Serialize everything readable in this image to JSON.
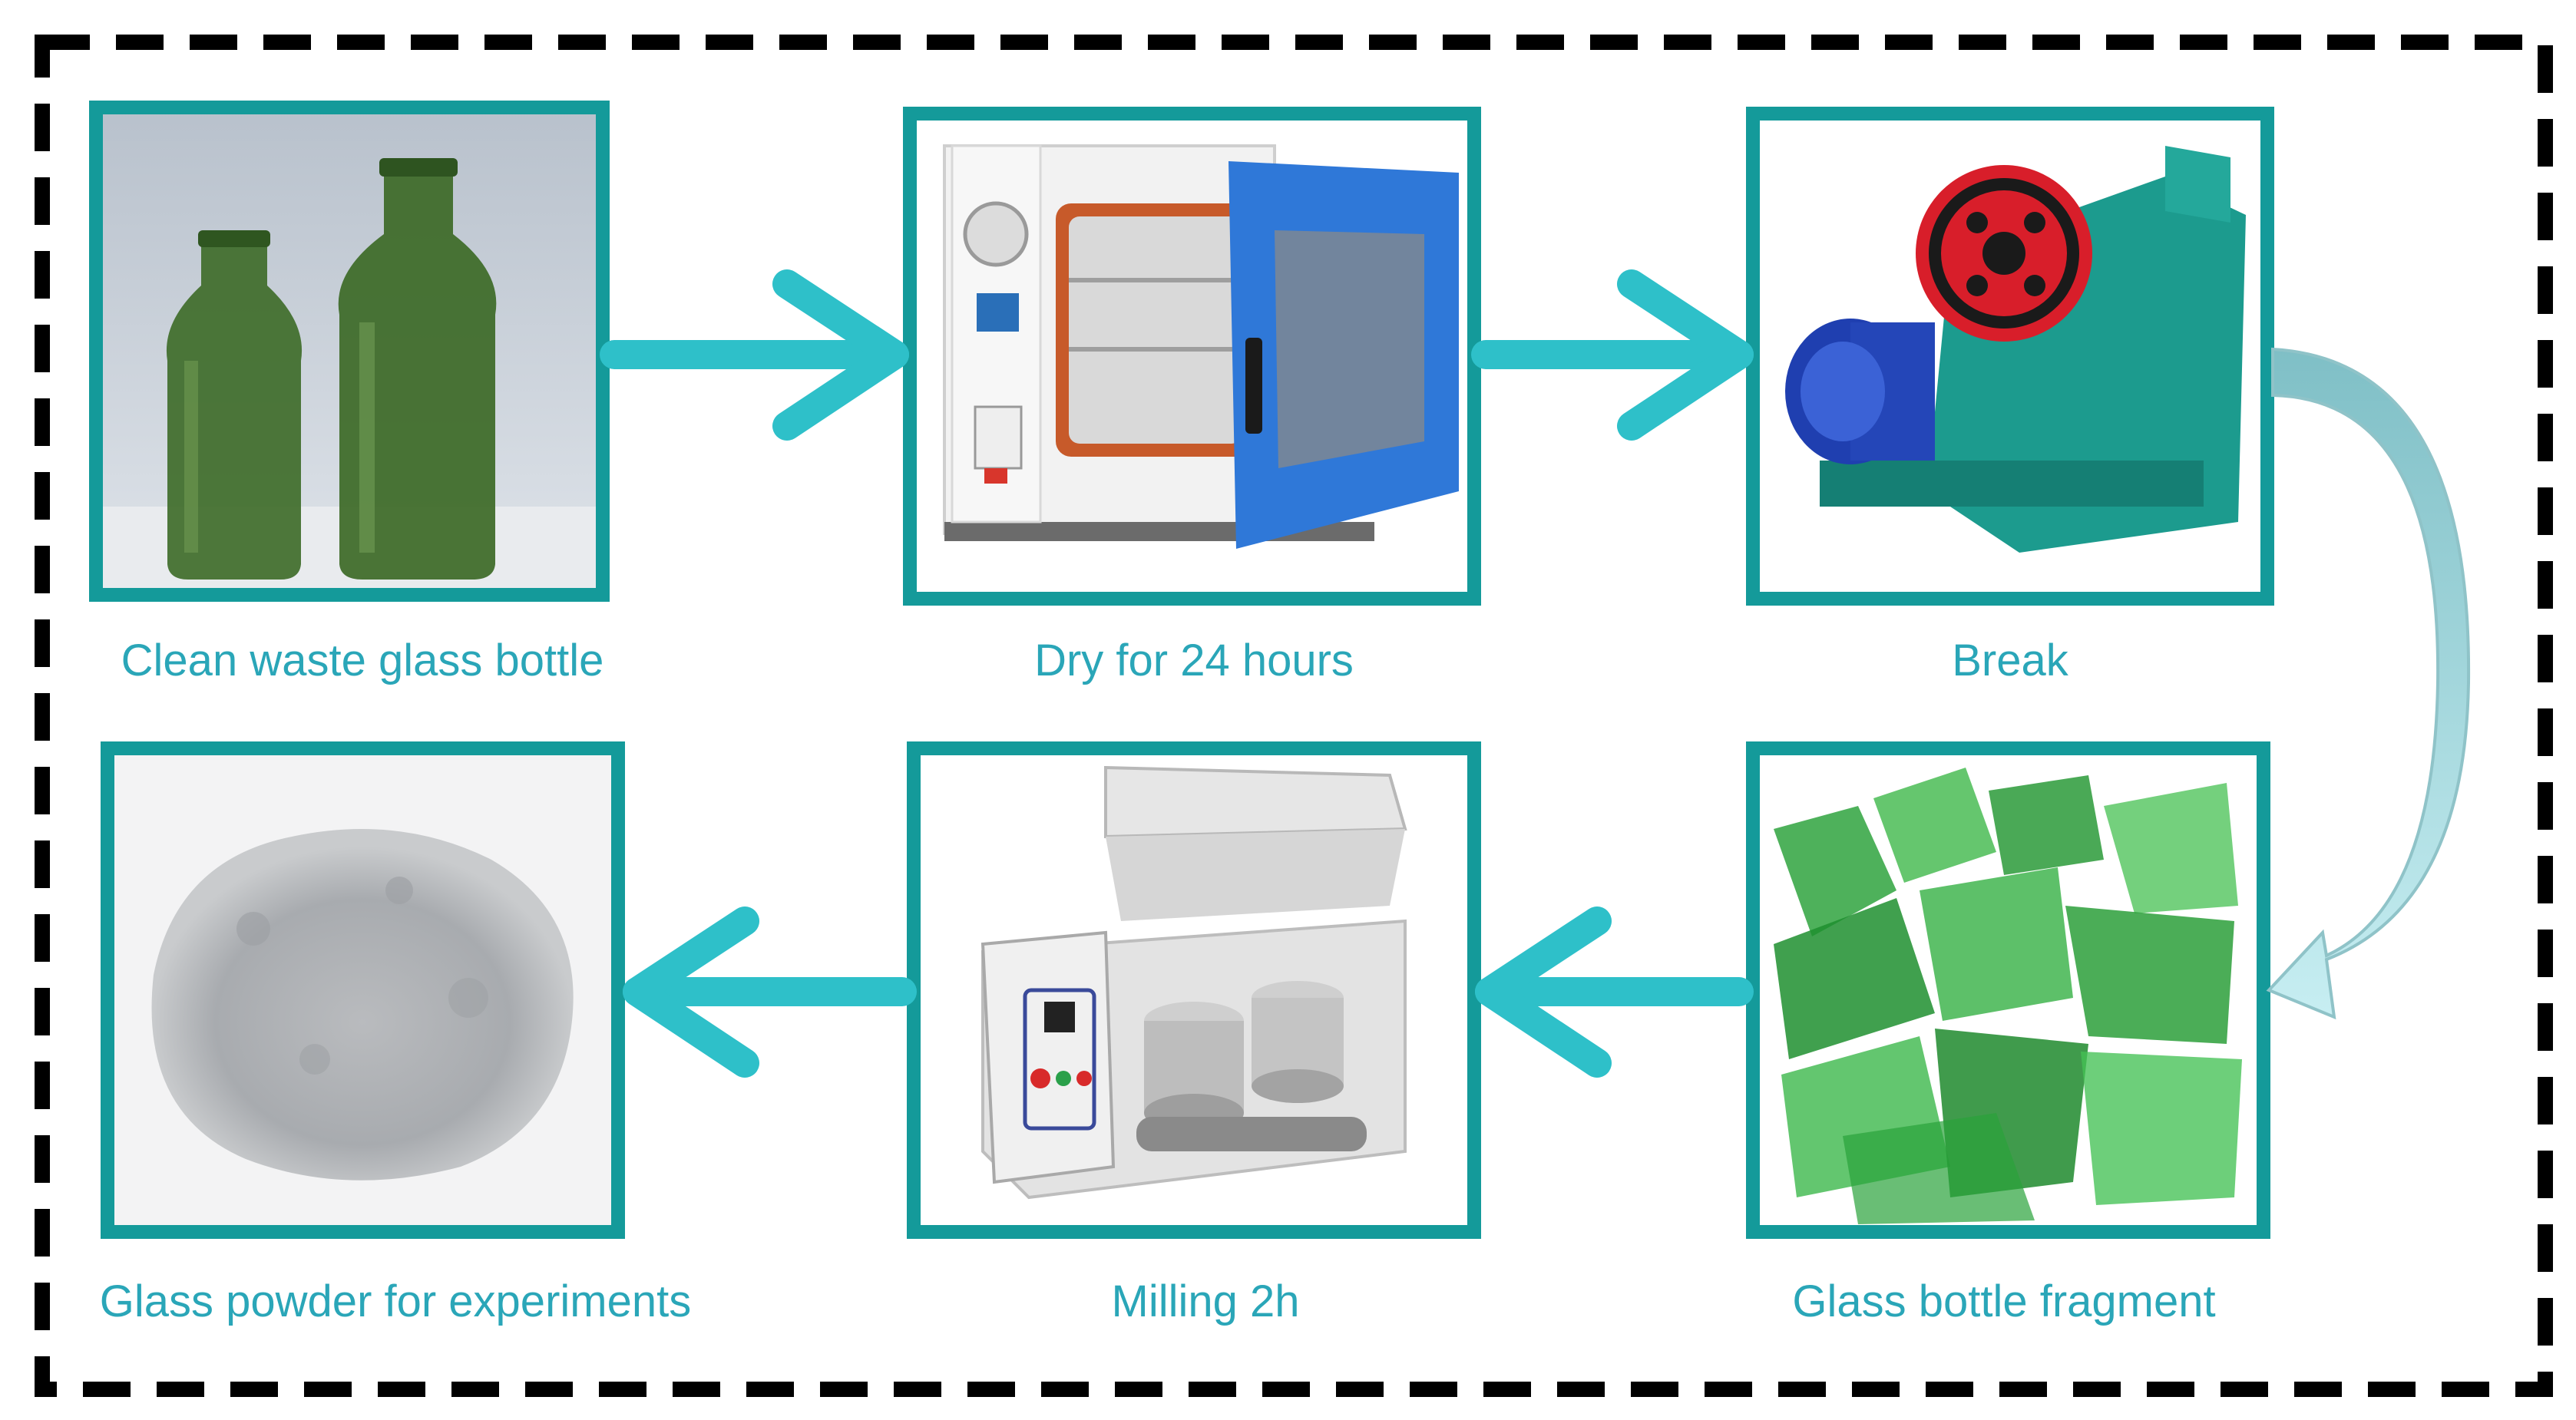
{
  "steps": [
    {
      "id": "bottle",
      "label": "Clean waste glass bottle"
    },
    {
      "id": "dry",
      "label": "Dry for 24 hours"
    },
    {
      "id": "break",
      "label": "Break"
    },
    {
      "id": "fragment",
      "label": "Glass bottle fragment"
    },
    {
      "id": "milling",
      "label": "Milling 2h"
    },
    {
      "id": "powder",
      "label": "Glass powder for experiments"
    }
  ],
  "colors": {
    "frame": "#149a9a",
    "arrow": "#2ec0c9",
    "curve_arrow": "#8fd3d8",
    "caption": "#2aa6b8",
    "border": "#000000"
  }
}
